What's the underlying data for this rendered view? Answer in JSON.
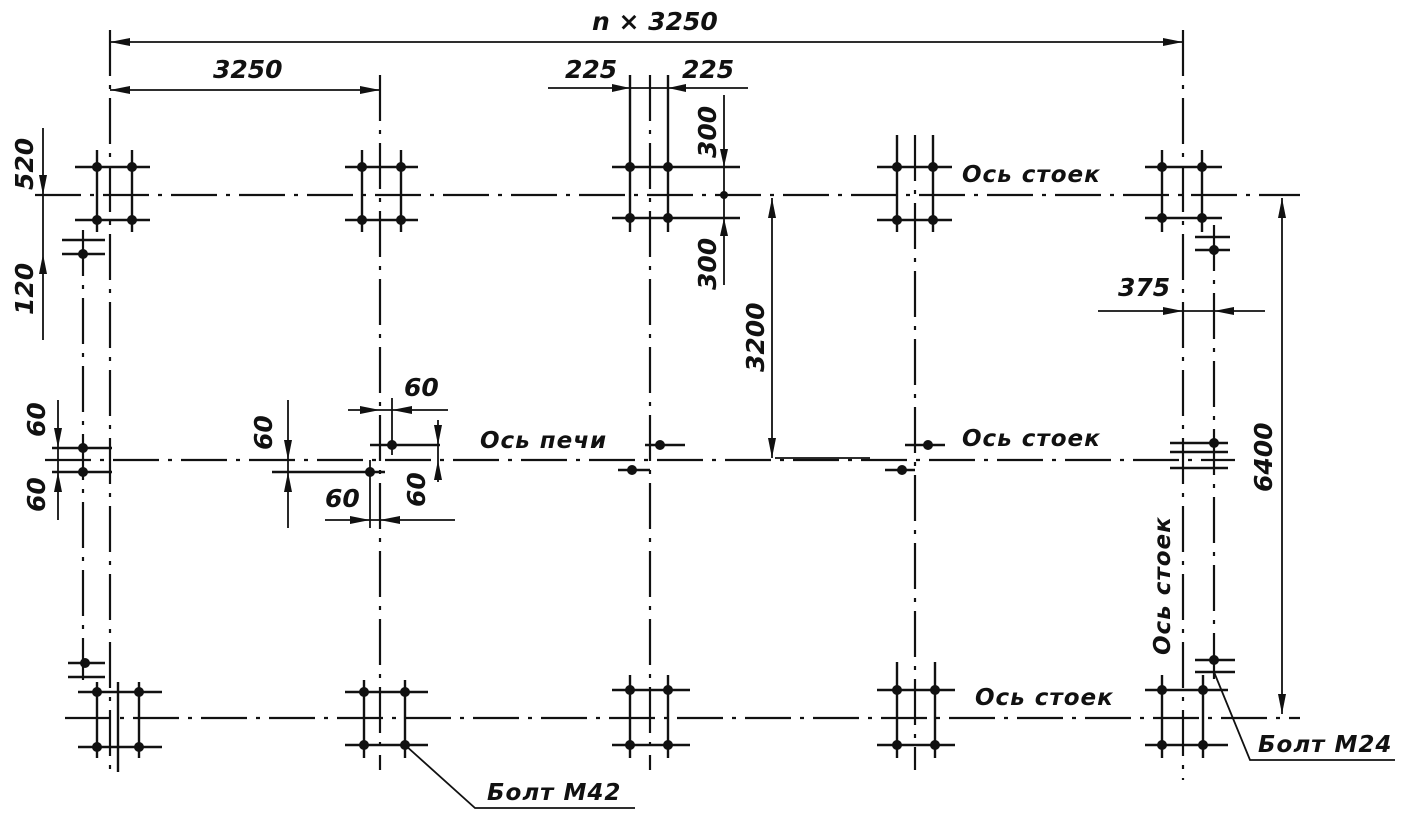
{
  "dimensions": {
    "total_span": "n × 3250",
    "span": "3250",
    "bolt_offset_left": "225",
    "bolt_offset_right": "225",
    "bolt_offset_up": "300",
    "bolt_offset_down": "300",
    "half_width": "3200",
    "full_width": "6400",
    "corner_top": "520",
    "corner_offset": "120",
    "side_offset": "375",
    "small_offset_a": "60",
    "small_offset_b": "60",
    "small_offset_c": "60",
    "small_offset_d": "60",
    "small_offset_e": "60",
    "small_offset_f": "60"
  },
  "labels": {
    "axis_columns_top": "Ось стоек",
    "axis_columns_mid": "Ось стоек",
    "axis_columns_bottom": "Ось стоек",
    "axis_columns_vertical": "Ось стоек",
    "axis_furnace": "Ось печи",
    "bolt_large": "Болт М42",
    "bolt_small": "Болт М24"
  }
}
